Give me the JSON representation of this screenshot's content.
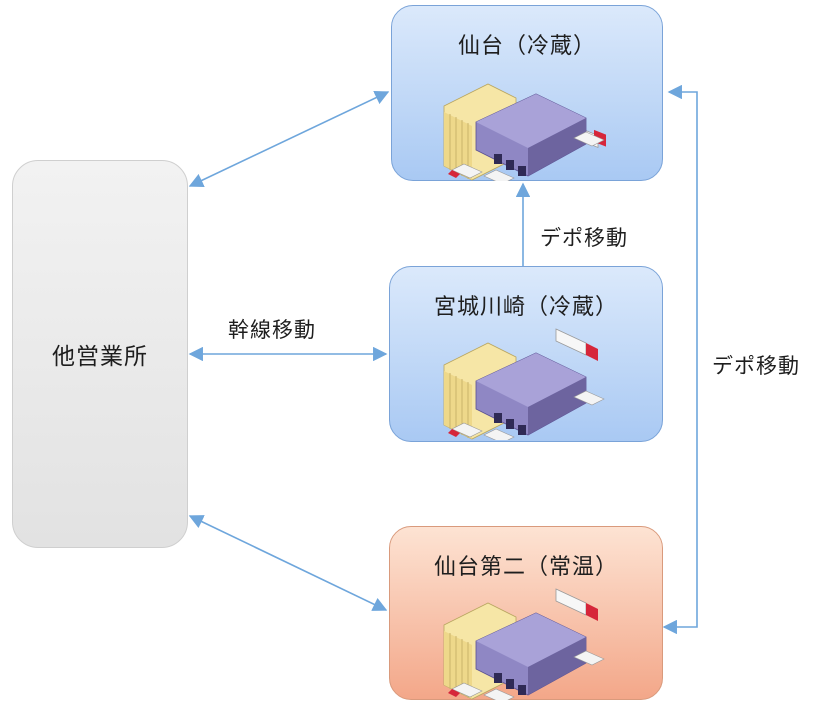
{
  "nodes": {
    "sendai": {
      "title": "仙台（冷蔵）",
      "color": "#a9c9f3"
    },
    "miyagi": {
      "title": "宮城川崎（冷蔵）",
      "color": "#a9c9f3"
    },
    "sendai2": {
      "title": "仙台第二（常温）",
      "color": "#f3a789"
    },
    "other": {
      "title": "他営業所",
      "color": "#e6e6e6"
    }
  },
  "edges": {
    "trunk_label": "幹線移動",
    "depot_label_mid": "デポ移動",
    "depot_label_right": "デポ移動"
  },
  "colors": {
    "arrow": "#6ea6dc"
  },
  "icons": [
    "warehouse-icon",
    "truck-icon"
  ]
}
